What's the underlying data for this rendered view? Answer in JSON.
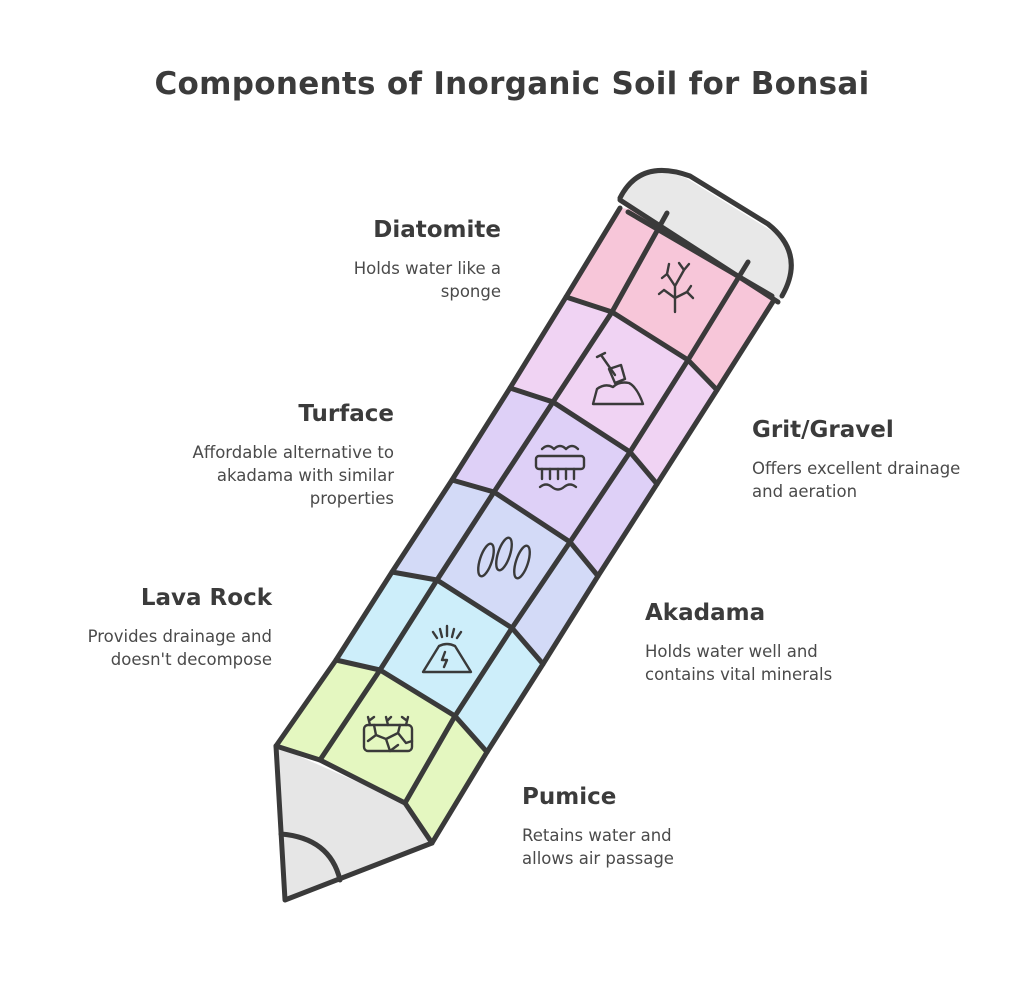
{
  "title": "Components of Inorganic Soil for Bonsai",
  "colors": {
    "outline": "#3a3a3a",
    "diatomite": "#f7c6d9",
    "grit_gravel": "#f0d3f3",
    "turface": "#ded0f7",
    "akadama": "#d3daf7",
    "lava_rock": "#cdeefa",
    "pumice": "#e4f7c0",
    "tip": "#e6e6e6",
    "cap": "#e8e8e8"
  },
  "components": [
    {
      "name": "Diatomite",
      "description": "Holds water like a\nsponge",
      "icon": "branch-icon"
    },
    {
      "name": "Grit/Gravel",
      "description": "Offers excellent drainage\nand aeration",
      "icon": "shovel-pile-icon"
    },
    {
      "name": "Turface",
      "description": "Affordable alternative to\nakadama with similar\nproperties",
      "icon": "sponge-water-icon"
    },
    {
      "name": "Akadama",
      "description": "Holds water well and\ncontains vital minerals",
      "icon": "grains-icon"
    },
    {
      "name": "Lava Rock",
      "description": "Provides drainage and\ndoesn't decompose",
      "icon": "volcano-icon"
    },
    {
      "name": "Pumice",
      "description": "Retains water and\nallows air passage",
      "icon": "porous-stone-icon"
    }
  ]
}
